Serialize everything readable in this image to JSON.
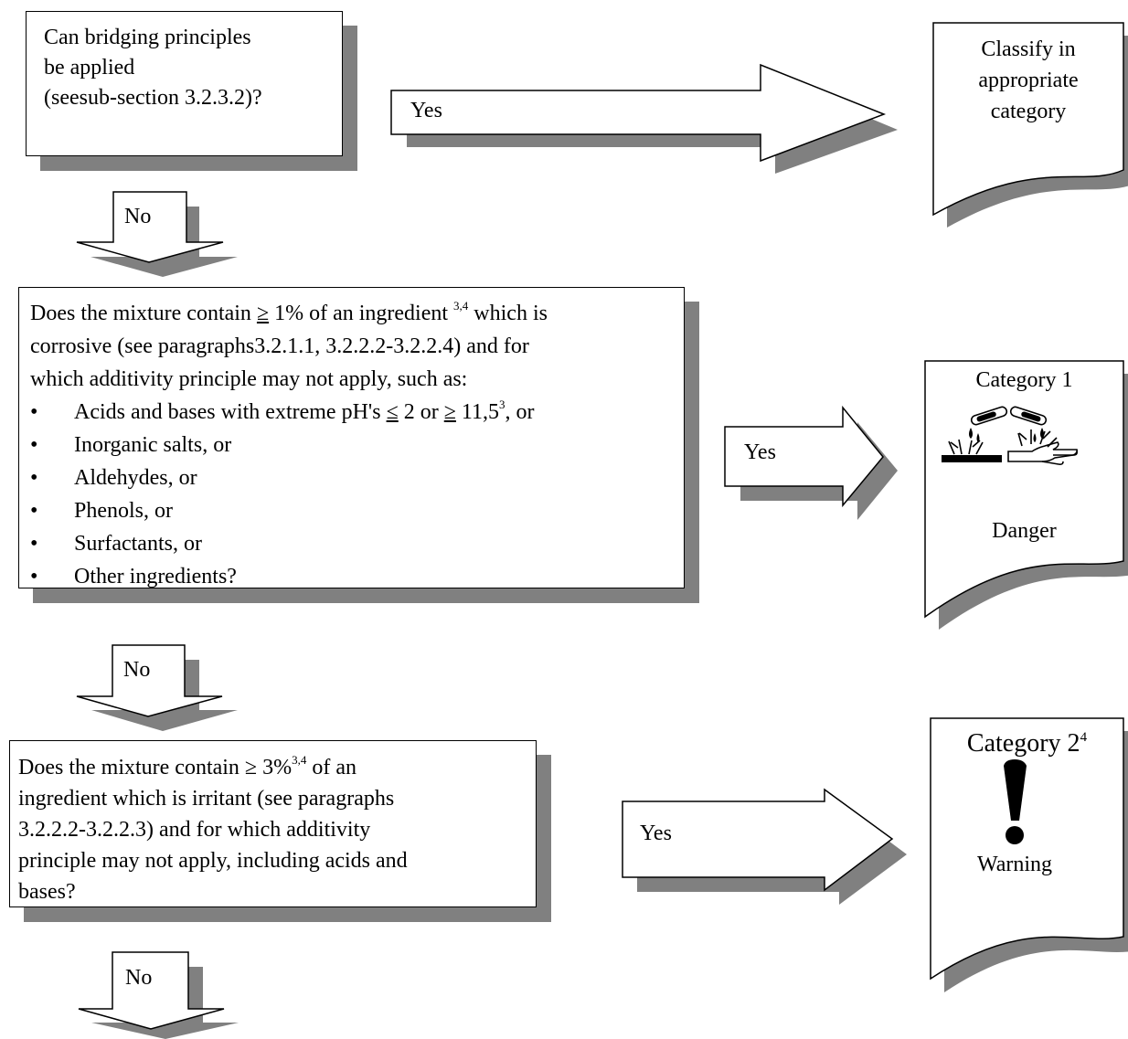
{
  "start_box": {
    "lines": [
      "Can bridging principles",
      "be applied",
      "(seesub-section 3.2.3.2)?"
    ]
  },
  "yes_label": "Yes",
  "no_label": "No",
  "result_top": {
    "lines": [
      "Classify in",
      "appropriate",
      "category"
    ]
  },
  "question_corrosive": {
    "line1_pre": "Does the mixture contain ",
    "line1_sym": "≥",
    "line1_mid": " 1% of an ingredient ",
    "line1_sup": "3,4",
    "line1_post": " which is",
    "line2": "corrosive (see paragraphs3.2.1.1, 3.2.2.2-3.2.2.4) and for",
    "line3": "which additivity principle may not apply, such as:",
    "bullet1_a": "Acids and bases with extreme pH's ",
    "bullet1_sym1": "≤",
    "bullet1_b": " 2 or ",
    "bullet1_sym2": "≥",
    "bullet1_c": " 11,5",
    "bullet1_sup": "3",
    "bullet1_d": ", or",
    "bullets": [
      "Inorganic salts, or",
      "Aldehydes, or",
      "Phenols, or",
      "Surfactants, or",
      "Other ingredients?"
    ]
  },
  "category1": {
    "title": "Category 1",
    "signal": "Danger",
    "icon": "corrosion-pictogram"
  },
  "question_irritant": {
    "line1_pre": "Does the mixture contain ≥ 3%",
    "line1_sup": "3,4",
    "line1_post": " of an",
    "lines": [
      "ingredient which is irritant (see paragraphs",
      "3.2.2.2-3.2.2.3) and for which additivity",
      "principle may not apply, including acids and",
      "bases?"
    ]
  },
  "category2": {
    "title": "Category 2",
    "title_sup": "4",
    "signal": "Warning",
    "icon": "exclamation-mark-pictogram"
  },
  "colors": {
    "shadow": "#808080",
    "stroke": "#000000",
    "fill": "#ffffff"
  }
}
